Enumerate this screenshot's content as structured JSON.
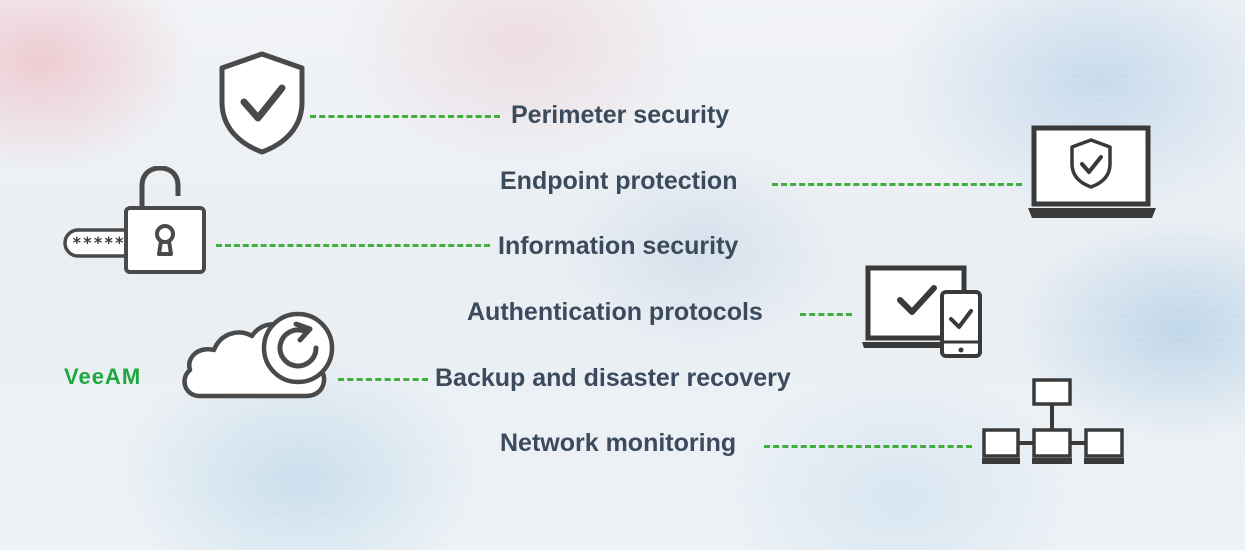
{
  "items": [
    {
      "label": "Perimeter security",
      "icon": "shield-check-icon"
    },
    {
      "label": "Endpoint protection",
      "icon": "laptop-shield-icon"
    },
    {
      "label": "Information security",
      "icon": "padlock-password-icon"
    },
    {
      "label": "Authentication protocols",
      "icon": "devices-check-icon"
    },
    {
      "label": "Backup and disaster recovery",
      "icon": "cloud-backup-icon"
    },
    {
      "label": "Network monitoring",
      "icon": "network-nodes-icon"
    }
  ],
  "password_mask": "*****",
  "brand_logo": "VeeAM",
  "colors": {
    "label_text": "#3b4a5c",
    "connector": "#3fae3c",
    "icon_stroke": "#4a4a4a",
    "brand": "#1da842"
  }
}
